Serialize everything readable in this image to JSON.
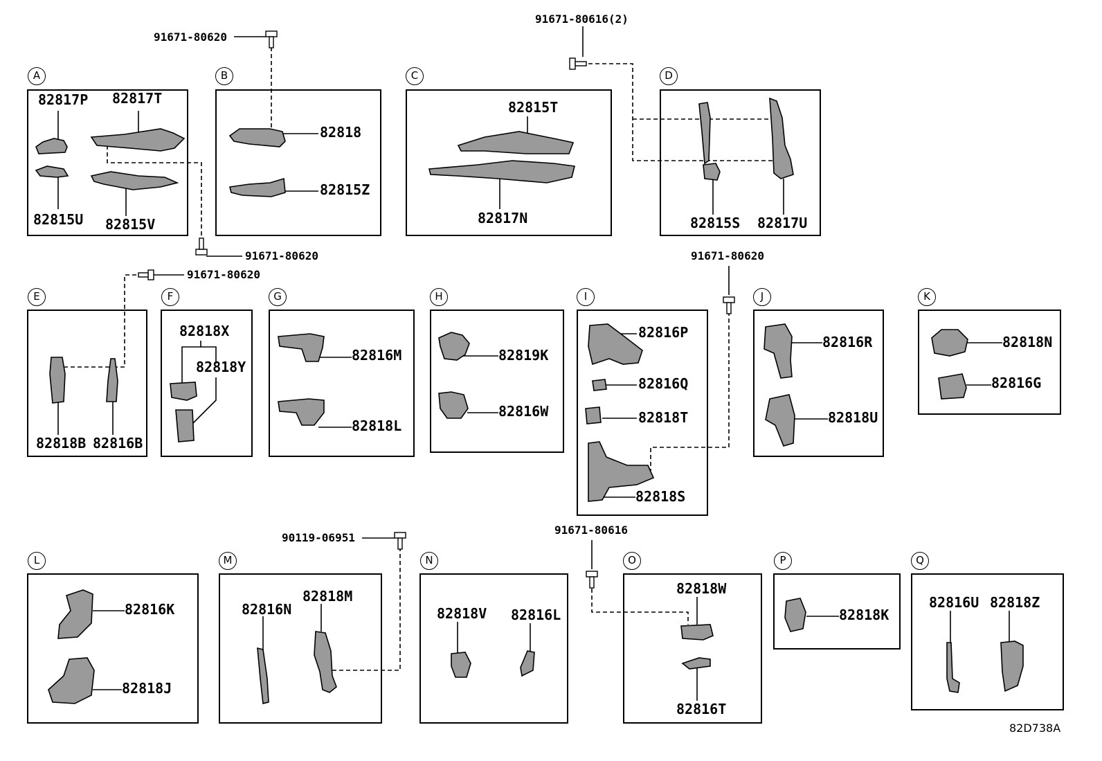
{
  "diagram": {
    "sections": {
      "A": {
        "badge": "A",
        "labels": [
          "82817P",
          "82817T",
          "82815U",
          "82815V"
        ]
      },
      "B": {
        "badge": "B",
        "labels": [
          "82818",
          "82815Z"
        ]
      },
      "C": {
        "badge": "C",
        "labels": [
          "82815T",
          "82817N"
        ]
      },
      "D": {
        "badge": "D",
        "labels": [
          "82815S",
          "82817U"
        ]
      },
      "E": {
        "badge": "E",
        "labels": [
          "82818B",
          "82816B"
        ]
      },
      "F": {
        "badge": "F",
        "labels": [
          "82818X",
          "82818Y"
        ]
      },
      "G": {
        "badge": "G",
        "labels": [
          "82816M",
          "82818L"
        ]
      },
      "H": {
        "badge": "H",
        "labels": [
          "82819K",
          "82816W"
        ]
      },
      "I": {
        "badge": "I",
        "labels": [
          "82816P",
          "82816Q",
          "82818T",
          "82818S"
        ]
      },
      "J": {
        "badge": "J",
        "labels": [
          "82816R",
          "82818U"
        ]
      },
      "K": {
        "badge": "K",
        "labels": [
          "82818N",
          "82816G"
        ]
      },
      "L": {
        "badge": "L",
        "labels": [
          "82816K",
          "82818J"
        ]
      },
      "M": {
        "badge": "M",
        "labels": [
          "82816N",
          "82818M"
        ]
      },
      "N": {
        "badge": "N",
        "labels": [
          "82818V",
          "82816L"
        ]
      },
      "O": {
        "badge": "O",
        "labels": [
          "82818W",
          "82816T"
        ]
      },
      "P": {
        "badge": "P",
        "labels": [
          "82818K"
        ]
      },
      "Q": {
        "badge": "Q",
        "labels": [
          "82816U",
          "82818Z"
        ]
      }
    },
    "fasteners": [
      "91671-80620",
      "91671-80616(2)",
      "91671-80620",
      "91671-80620",
      "91671-80620",
      "90119-06951",
      "91671-80616"
    ],
    "reference_code": "82D738A"
  }
}
